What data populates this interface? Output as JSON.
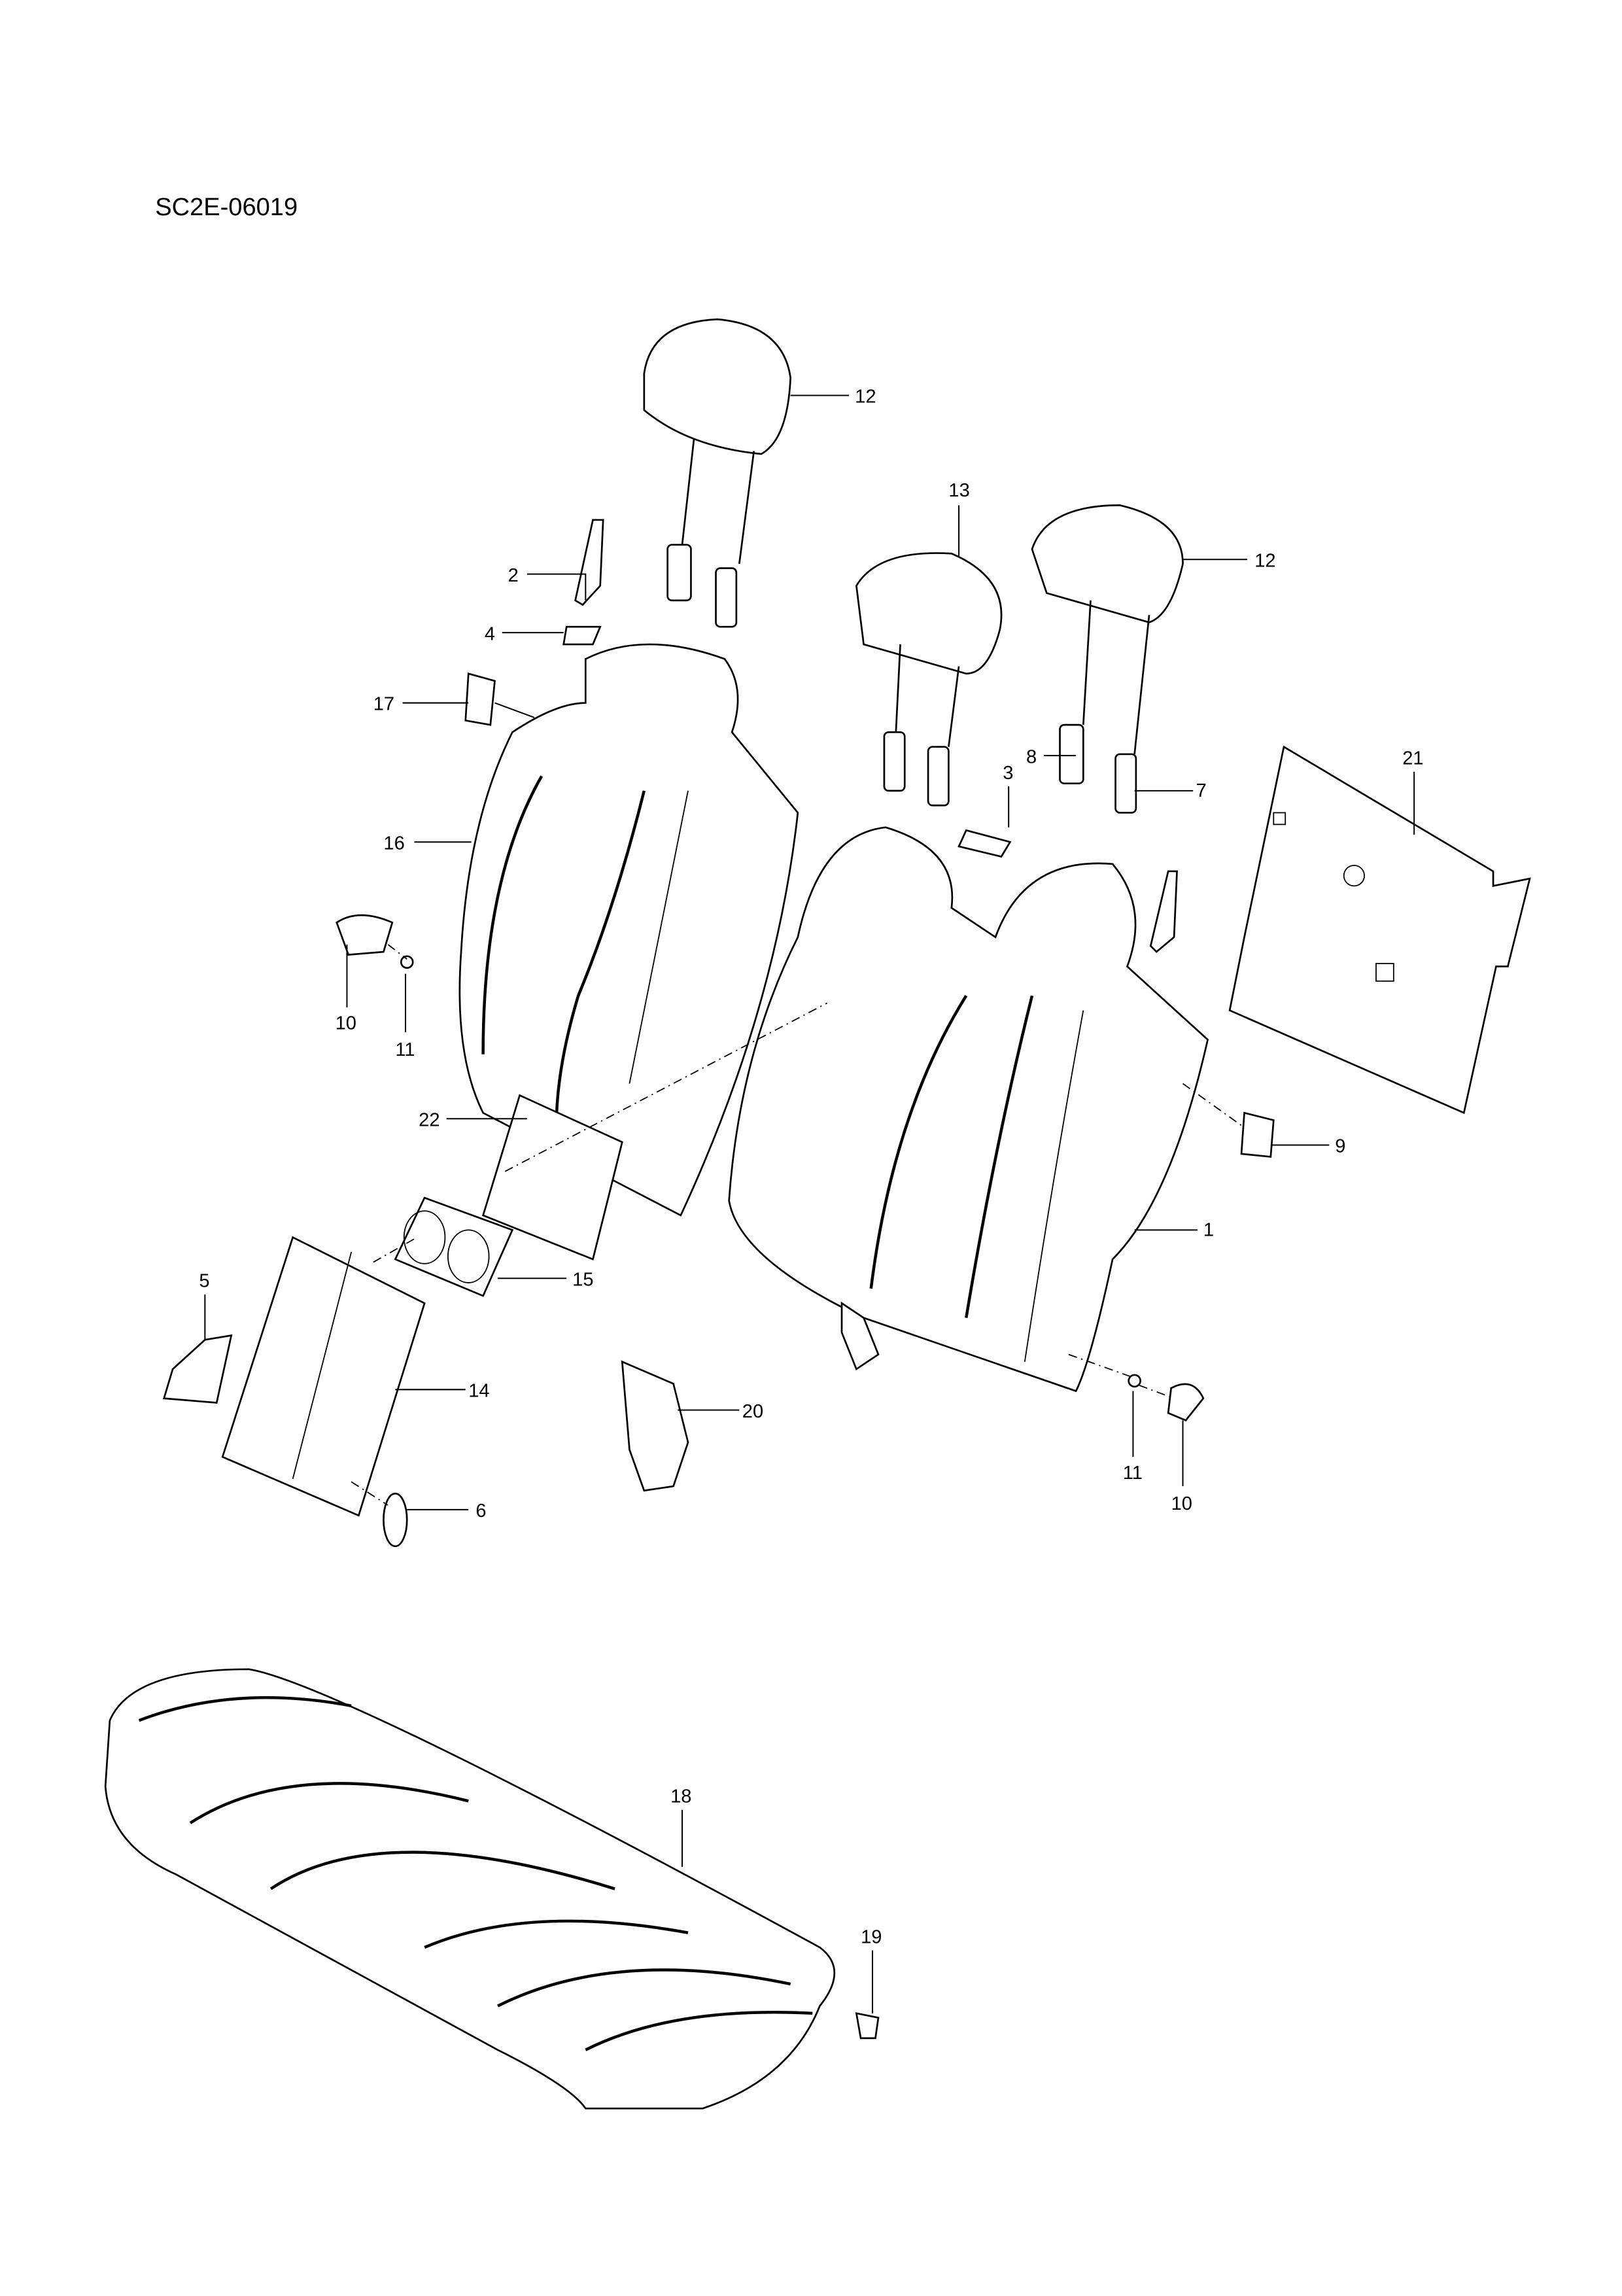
{
  "diagram_id": "SC2E-06019",
  "callouts": [
    {
      "part": "12",
      "name": "headrest-left"
    },
    {
      "part": "13",
      "name": "headrest-center"
    },
    {
      "part": "12",
      "name": "headrest-right"
    },
    {
      "part": "2",
      "name": "bracket-left"
    },
    {
      "part": "4",
      "name": "plate-left"
    },
    {
      "part": "17",
      "name": "latch-left"
    },
    {
      "part": "16",
      "name": "seatback-left"
    },
    {
      "part": "10",
      "name": "cover-left"
    },
    {
      "part": "11",
      "name": "bolt-left"
    },
    {
      "part": "8",
      "name": "headrest-guide"
    },
    {
      "part": "3",
      "name": "belt-guide"
    },
    {
      "part": "7",
      "name": "headrest-guide-lock"
    },
    {
      "part": "21",
      "name": "back-panel"
    },
    {
      "part": "9",
      "name": "latch-right"
    },
    {
      "part": "1",
      "name": "seatback-right"
    },
    {
      "part": "22",
      "name": "cupholder-frame"
    },
    {
      "part": "15",
      "name": "cupholder"
    },
    {
      "part": "5",
      "name": "armrest-bracket"
    },
    {
      "part": "14",
      "name": "armrest"
    },
    {
      "part": "20",
      "name": "hinge-bracket"
    },
    {
      "part": "11",
      "name": "bolt-right"
    },
    {
      "part": "10",
      "name": "cover-right"
    },
    {
      "part": "6",
      "name": "armrest-cap"
    },
    {
      "part": "18",
      "name": "seat-cushion"
    },
    {
      "part": "19",
      "name": "cushion-clip"
    }
  ]
}
